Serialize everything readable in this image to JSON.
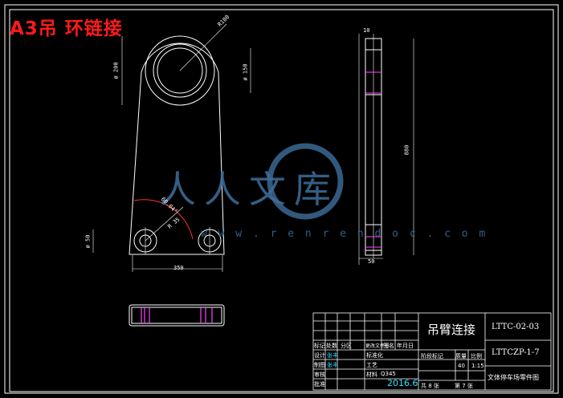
{
  "title": "A3吊 环链接",
  "watermark": {
    "text": "人人文库",
    "url": "w w w . r e n r e n d o c . c o m"
  },
  "dimensions": {
    "r_top": "R100",
    "phi_outer": "ø 200",
    "phi_inner": "ø 150",
    "length": "880",
    "angle": "60.04°",
    "r_small": "R 35",
    "phi_hole": "ø 50",
    "width": "350",
    "thickness_top": "10",
    "thickness_bottom": "50"
  },
  "title_block": {
    "part_name": "吊臂连接",
    "drawing_no": "LTTC-02-03",
    "assembly_no": "LTTCZP-1-7",
    "company": "文体停车场零件图",
    "material": "Q345",
    "date": "2016.6",
    "designer": "张丰",
    "checker": "张丰",
    "mass": "40",
    "scale": "1:15",
    "headers": [
      "标记",
      "处数",
      "分区",
      "更改文件号",
      "签名",
      "年月日"
    ],
    "stage_headers": [
      "阶段标记",
      "质量",
      "比例"
    ],
    "row_labels": [
      "设计",
      "制图",
      "审核",
      "批准"
    ],
    "mid_labels": [
      "标准化",
      "工艺",
      "材料"
    ],
    "sheet_total": "共 8 张",
    "sheet_no": "第 7 张"
  }
}
